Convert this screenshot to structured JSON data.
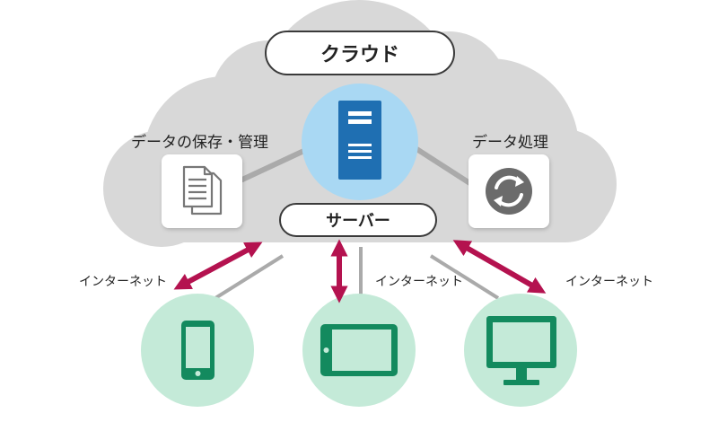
{
  "cloud": {
    "title": "クラウド",
    "storage_label": "データの保存・管理",
    "processing_label": "データ処理",
    "server_label": "サーバー"
  },
  "links": {
    "left": "インターネット",
    "center": "インターネット",
    "right": "インターネット"
  },
  "colors": {
    "cloud": "#d8d8d8",
    "server_circle": "#a9d8f3",
    "server_body": "#1f6fb2",
    "device_circle": "#c4ead8",
    "device_icon": "#138a5e",
    "arrow": "#b4124f",
    "connector": "#aaaaaa"
  },
  "icons": {
    "storage": "documents-icon",
    "processing": "sync-icon",
    "server": "server-icon",
    "devices": [
      "smartphone-icon",
      "tablet-icon",
      "monitor-icon"
    ]
  }
}
